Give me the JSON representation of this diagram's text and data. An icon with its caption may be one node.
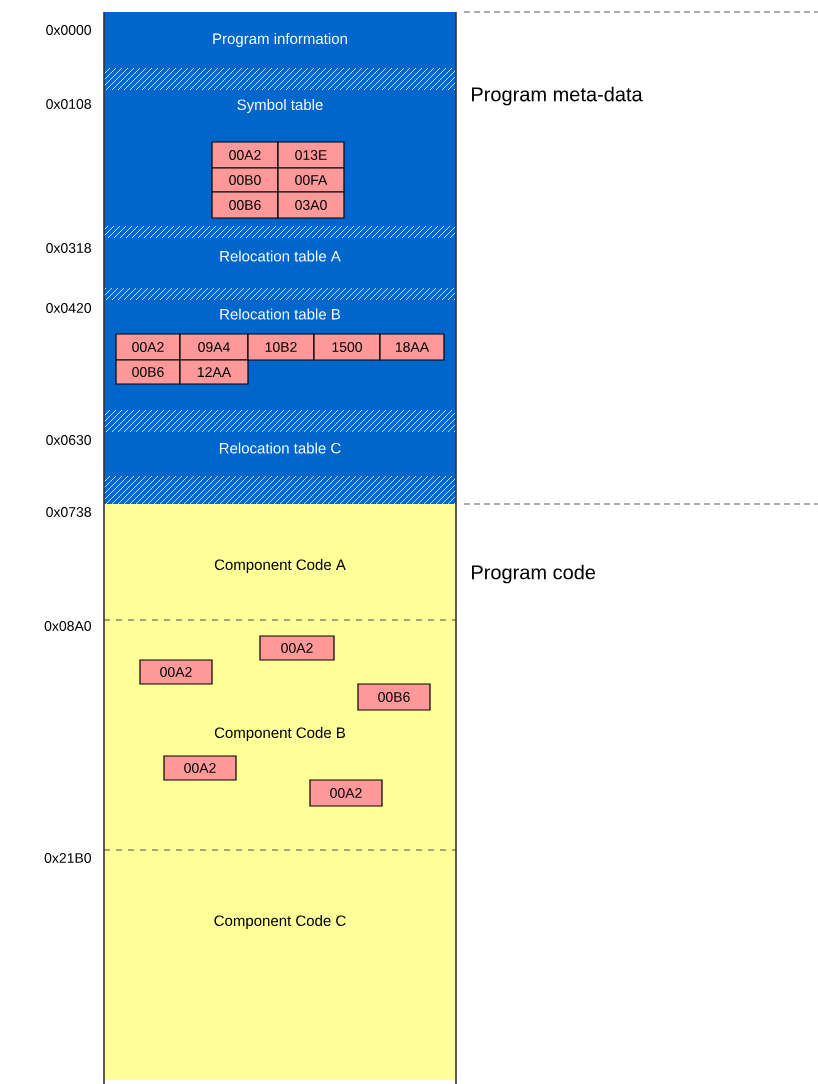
{
  "diagram": {
    "nodes": [
      {
        "text": [
          "Program information"
        ]
      },
      {
        "text": [
          "Symbol table"
        ]
      },
      {
        "text": [
          "00A2"
        ],
        "in": 1
      },
      {
        "text": [
          "013E"
        ],
        "in": 1
      },
      {
        "text": [
          "00B0"
        ],
        "in": 1
      },
      {
        "text": [
          "00FA"
        ],
        "in": 1
      },
      {
        "text": [
          "00B6"
        ],
        "in": 1
      },
      {
        "text": [
          "03A0"
        ],
        "in": 1
      },
      {
        "text": [
          "Relocation table A"
        ]
      },
      {
        "text": [
          "Relocation table B"
        ]
      },
      {
        "text": [
          "00A2"
        ],
        "in": 9
      },
      {
        "text": [
          "09A4"
        ],
        "in": 9
      },
      {
        "text": [
          "10B2"
        ],
        "in": 9
      },
      {
        "text": [
          "1500"
        ],
        "in": 9
      },
      {
        "text": [
          "18AA"
        ],
        "in": 9
      },
      {
        "text": [
          "00B6"
        ],
        "in": 9
      },
      {
        "text": [
          "12AA"
        ],
        "in": 9
      },
      {
        "text": [
          "Relocation table C"
        ]
      },
      {
        "text": [
          "Component Code A"
        ]
      },
      {
        "text": [
          "Component Code B"
        ]
      },
      {
        "text": [
          "00A2"
        ],
        "in": 19
      },
      {
        "text": [
          "00A2"
        ],
        "in": 19
      },
      {
        "text": [
          "00B6"
        ],
        "in": 19
      },
      {
        "text": [
          "00A2"
        ],
        "in": 19
      },
      {
        "text": [
          "00A2"
        ],
        "in": 19
      },
      {
        "text": [
          "Component Code C"
        ]
      }
    ],
    "labels": [
      "0x0000",
      "Program meta-data",
      "0x0108",
      "0x0318",
      "0x0420",
      "0x0630",
      "0x0738",
      "Program code",
      "0x08A0",
      "0x21B0"
    ]
  }
}
